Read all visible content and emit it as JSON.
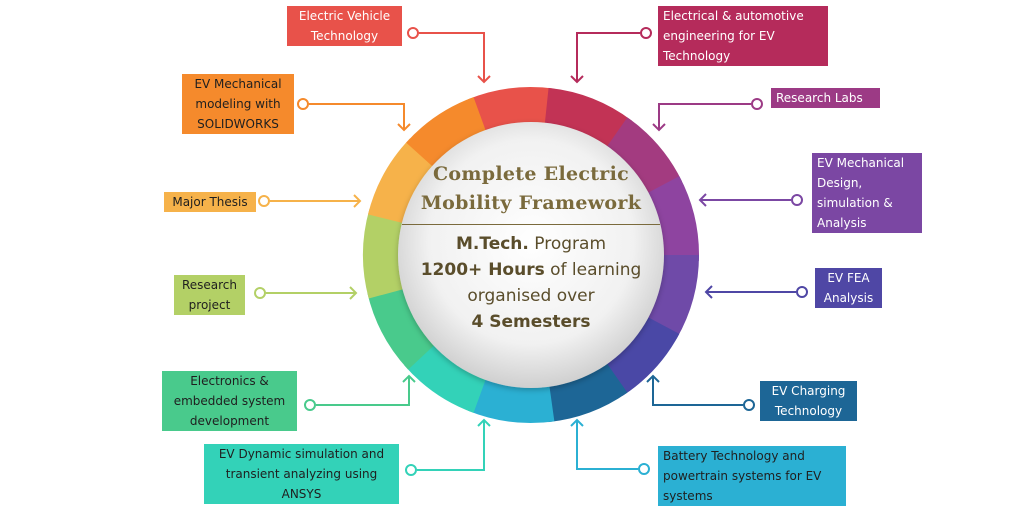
{
  "center": {
    "title_line1": "Complete Electric",
    "title_line2": "Mobility Framework",
    "program_bold": "M.Tech.",
    "program_rest": " Program",
    "hours_bold": "1200+ Hours",
    "hours_rest": " of learning",
    "organised": "organised over",
    "semesters": "4 Semesters"
  },
  "labels": [
    {
      "id": "ev-technology",
      "lines": [
        "Electric Vehicle",
        "Technology"
      ],
      "color": "#e8524a",
      "text_color": "#ffffff"
    },
    {
      "id": "electrical-automotive",
      "lines": [
        "Electrical & automotive",
        "engineering for EV",
        "Technology"
      ],
      "color": "#b52b5b",
      "text_color": "#ffffff"
    },
    {
      "id": "research-labs",
      "lines": [
        "Research Labs"
      ],
      "color": "#9c3a85",
      "text_color": "#ffffff"
    },
    {
      "id": "ev-mech-design",
      "lines": [
        "EV Mechanical",
        "Design,",
        "simulation &",
        "Analysis"
      ],
      "color": "#7b47a3",
      "text_color": "#ffffff"
    },
    {
      "id": "ev-fea",
      "lines": [
        "EV FEA",
        "Analysis"
      ],
      "color": "#4f47a5",
      "text_color": "#ffffff"
    },
    {
      "id": "ev-charging",
      "lines": [
        "EV Charging",
        "Technology"
      ],
      "color": "#1d6696",
      "text_color": "#ffffff"
    },
    {
      "id": "battery",
      "lines": [
        "Battery Technology and",
        "powertrain systems for EV",
        "systems"
      ],
      "color": "#2bb0d3",
      "text_color": "#1f1f1f"
    },
    {
      "id": "ev-dynamic",
      "lines": [
        "EV Dynamic simulation and",
        "transient analyzing using",
        "ANSYS"
      ],
      "color": "#33d2b8",
      "text_color": "#1f1f1f"
    },
    {
      "id": "electronics",
      "lines": [
        "Electronics &",
        "embedded system",
        "development"
      ],
      "color": "#49ca8c",
      "text_color": "#1f1f1f"
    },
    {
      "id": "research-project",
      "lines": [
        "Research",
        "project"
      ],
      "color": "#b3d066",
      "text_color": "#1f1f1f"
    },
    {
      "id": "major-thesis",
      "lines": [
        "Major Thesis"
      ],
      "color": "#f6b24a",
      "text_color": "#1f1f1f"
    },
    {
      "id": "ev-mech-modeling",
      "lines": [
        "EV Mechanical",
        "modeling with",
        "SOLIDWORKS"
      ],
      "color": "#f58a2c",
      "text_color": "#1f1f1f"
    }
  ]
}
